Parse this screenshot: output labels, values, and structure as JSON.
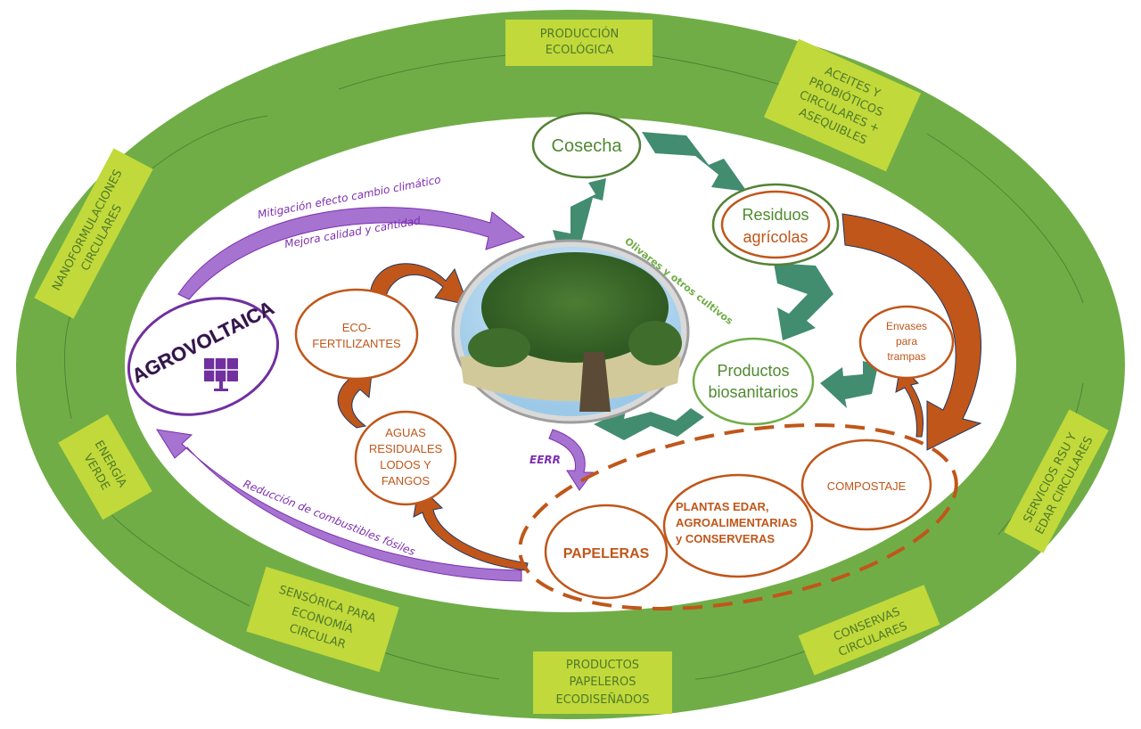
{
  "outer_ring": {
    "boxes": [
      {
        "id": "produccion-ecologica",
        "lines": [
          "PRODUCCIÓN",
          "ECOLÓGICA"
        ]
      },
      {
        "id": "aceites-probioticos",
        "lines": [
          "ACEITES Y",
          "PROBIÓTICOS",
          "CIRCULARES +",
          "ASEQUIBLES"
        ]
      },
      {
        "id": "servicios-rsu",
        "lines": [
          "SERVICIOS RSU Y",
          "EDAR CIRCULARES"
        ]
      },
      {
        "id": "conservas-circulares",
        "lines": [
          "CONSERVAS",
          "CIRCULARES"
        ]
      },
      {
        "id": "productos-papeleros",
        "lines": [
          "PRODUCTOS",
          "PAPELEROS",
          "ECODISEÑADOS"
        ]
      },
      {
        "id": "sensorica",
        "lines": [
          "SENSÓRICA PARA",
          "ECONOMÍA",
          "CIRCULAR"
        ]
      },
      {
        "id": "energia-verde",
        "lines": [
          "ENERGÍA",
          "VERDE"
        ]
      },
      {
        "id": "nanoformulaciones",
        "lines": [
          "NANOFORMULACIONES",
          "CIRCULARES"
        ]
      }
    ],
    "colors": {
      "ring": "#70ad47",
      "box": "#c1d93a",
      "text": "#4f7a2a"
    }
  },
  "agrovoltaica": {
    "label": "AGROVOLTAICA",
    "icon": "solar-panel-icon",
    "color": "#7030a0"
  },
  "purple_arrows": {
    "top_line1": "Mitigación efecto cambio climático",
    "top_line2": "Mejora calidad y cantidad",
    "bottom": "Reducción de combustibles fósiles",
    "eerr": "EERR"
  },
  "center": {
    "caption": "Olivares y otros cultivos",
    "image": "olive-tree-photo"
  },
  "green_cycle": {
    "cosecha": "Cosecha",
    "residuos_l1": "Residuos",
    "residuos_l2": "agrícolas",
    "productos_l1": "Productos",
    "productos_l2": "biosanitarios"
  },
  "orange_nodes": {
    "eco": [
      "ECO-",
      "FERTILIZANTES"
    ],
    "aguas": [
      "AGUAS",
      "RESIDUALES",
      "LODOS Y",
      "FANGOS"
    ],
    "envases": [
      "Envases",
      "para",
      "trampas"
    ],
    "papeleras": "PAPELERAS",
    "plantas": [
      "PLANTAS EDAR,",
      "AGROALIMENTARIAS",
      "y CONSERVERAS"
    ],
    "compostaje": "COMPOSTAJE"
  }
}
